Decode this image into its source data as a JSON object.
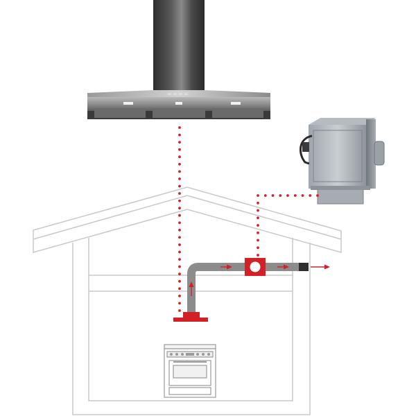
{
  "diagram": {
    "components": [
      {
        "id": "range-hood",
        "kind": "island-chimney-hood"
      },
      {
        "id": "inline-blower",
        "kind": "external-inline-blower"
      },
      {
        "id": "house",
        "kind": "house-cross-section"
      },
      {
        "id": "duct",
        "kind": "exhaust-duct"
      },
      {
        "id": "ceiling-plate",
        "kind": "duct-ceiling-plate"
      },
      {
        "id": "blower-in-duct",
        "kind": "duct-blower-box"
      },
      {
        "id": "range",
        "kind": "kitchen-range"
      }
    ],
    "connectors": [
      {
        "from": "range-hood",
        "to": "ceiling-plate",
        "style": "dotted"
      },
      {
        "from": "blower-in-duct",
        "to": "inline-blower",
        "style": "dotted"
      }
    ],
    "airflow": [
      "up",
      "right",
      "right",
      "right",
      "out"
    ],
    "colors": {
      "accent": "#d32027",
      "duct": "#8c8c8c",
      "outline": "#c9c9c9",
      "steel_dark": "#3c3c3c",
      "steel_light": "#d6d6d6"
    },
    "icons": {
      "connector_dot": "red-dot",
      "flow_arrow": "red-arrow",
      "fan": "fan-circle-icon"
    }
  }
}
